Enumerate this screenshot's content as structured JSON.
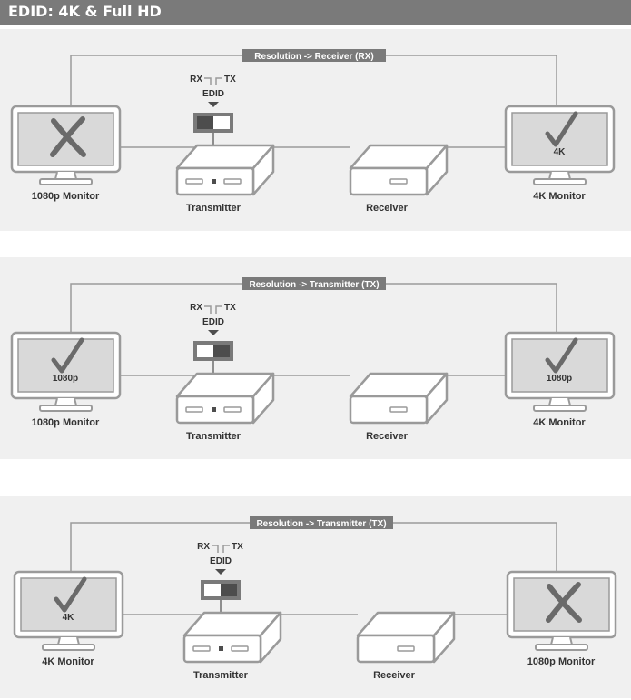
{
  "header": {
    "title": "EDID: 4K & Full HD"
  },
  "colors": {
    "panel_bg": "#f0f0f0",
    "outline": "#9a9a9a",
    "screen_fill": "#d9d9d9",
    "label_box": "#7a7a7a",
    "text": "#333333",
    "switch_dark": "#4d4d4d"
  },
  "panels": [
    {
      "banner": "Resolution -> Receiver (RX)",
      "edid": {
        "rx": "RX",
        "tx": "TX",
        "label": "EDID",
        "position": "RX"
      },
      "left_monitor": {
        "label": "1080p Monitor",
        "status": "cross",
        "screen_text": ""
      },
      "right_monitor": {
        "label": "4K Monitor",
        "status": "check",
        "screen_text": "4K"
      },
      "transmitter_label": "Transmitter",
      "receiver_label": "Receiver"
    },
    {
      "banner": "Resolution -> Transmitter (TX)",
      "edid": {
        "rx": "RX",
        "tx": "TX",
        "label": "EDID",
        "position": "TX"
      },
      "left_monitor": {
        "label": "1080p Monitor",
        "status": "check",
        "screen_text": "1080p"
      },
      "right_monitor": {
        "label": "4K Monitor",
        "status": "check",
        "screen_text": "1080p"
      },
      "transmitter_label": "Transmitter",
      "receiver_label": "Receiver"
    },
    {
      "banner": "Resolution -> Transmitter (TX)",
      "edid": {
        "rx": "RX",
        "tx": "TX",
        "label": "EDID",
        "position": "TX"
      },
      "left_monitor": {
        "label": "4K Monitor",
        "status": "check",
        "screen_text": "4K"
      },
      "right_monitor": {
        "label": "1080p Monitor",
        "status": "cross",
        "screen_text": ""
      },
      "transmitter_label": "Transmitter",
      "receiver_label": "Receiver"
    }
  ]
}
